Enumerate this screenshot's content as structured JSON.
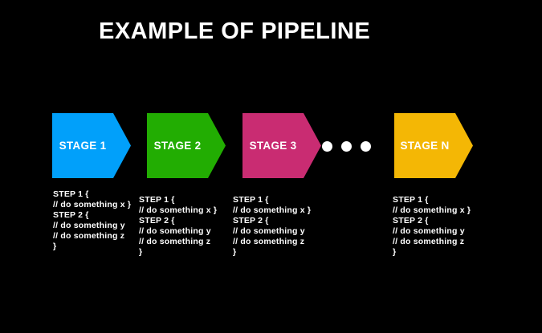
{
  "title": "EXAMPLE OF PIPELINE",
  "background_color": "#000000",
  "text_color": "#FFFFFF",
  "stages": [
    {
      "label": "STAGE 1",
      "color": "#01A0FA",
      "steps": [
        "STEP 1 {",
        "// do something x }",
        "STEP 2 {",
        "// do something y",
        "// do something z",
        "}"
      ]
    },
    {
      "label": "STAGE 2",
      "color": "#22AD02",
      "steps": [
        "STEP 1 {",
        "// do something x }",
        "STEP 2 {",
        "// do something y",
        "// do something z",
        "}"
      ]
    },
    {
      "label": "STAGE 3",
      "color": "#C92C72",
      "steps": [
        "STEP 1 {",
        "// do something x }",
        "STEP 2 {",
        "// do something y",
        "// do something z",
        "}"
      ]
    },
    {
      "label": "STAGE N",
      "color": "#F4B705",
      "steps": [
        "STEP 1 {",
        "// do something x }",
        "STEP 2 {",
        "// do something y",
        "// do something z",
        "}"
      ]
    }
  ],
  "ellipsis": {
    "dot_count": 3,
    "dot_color": "#FFFFFF"
  }
}
